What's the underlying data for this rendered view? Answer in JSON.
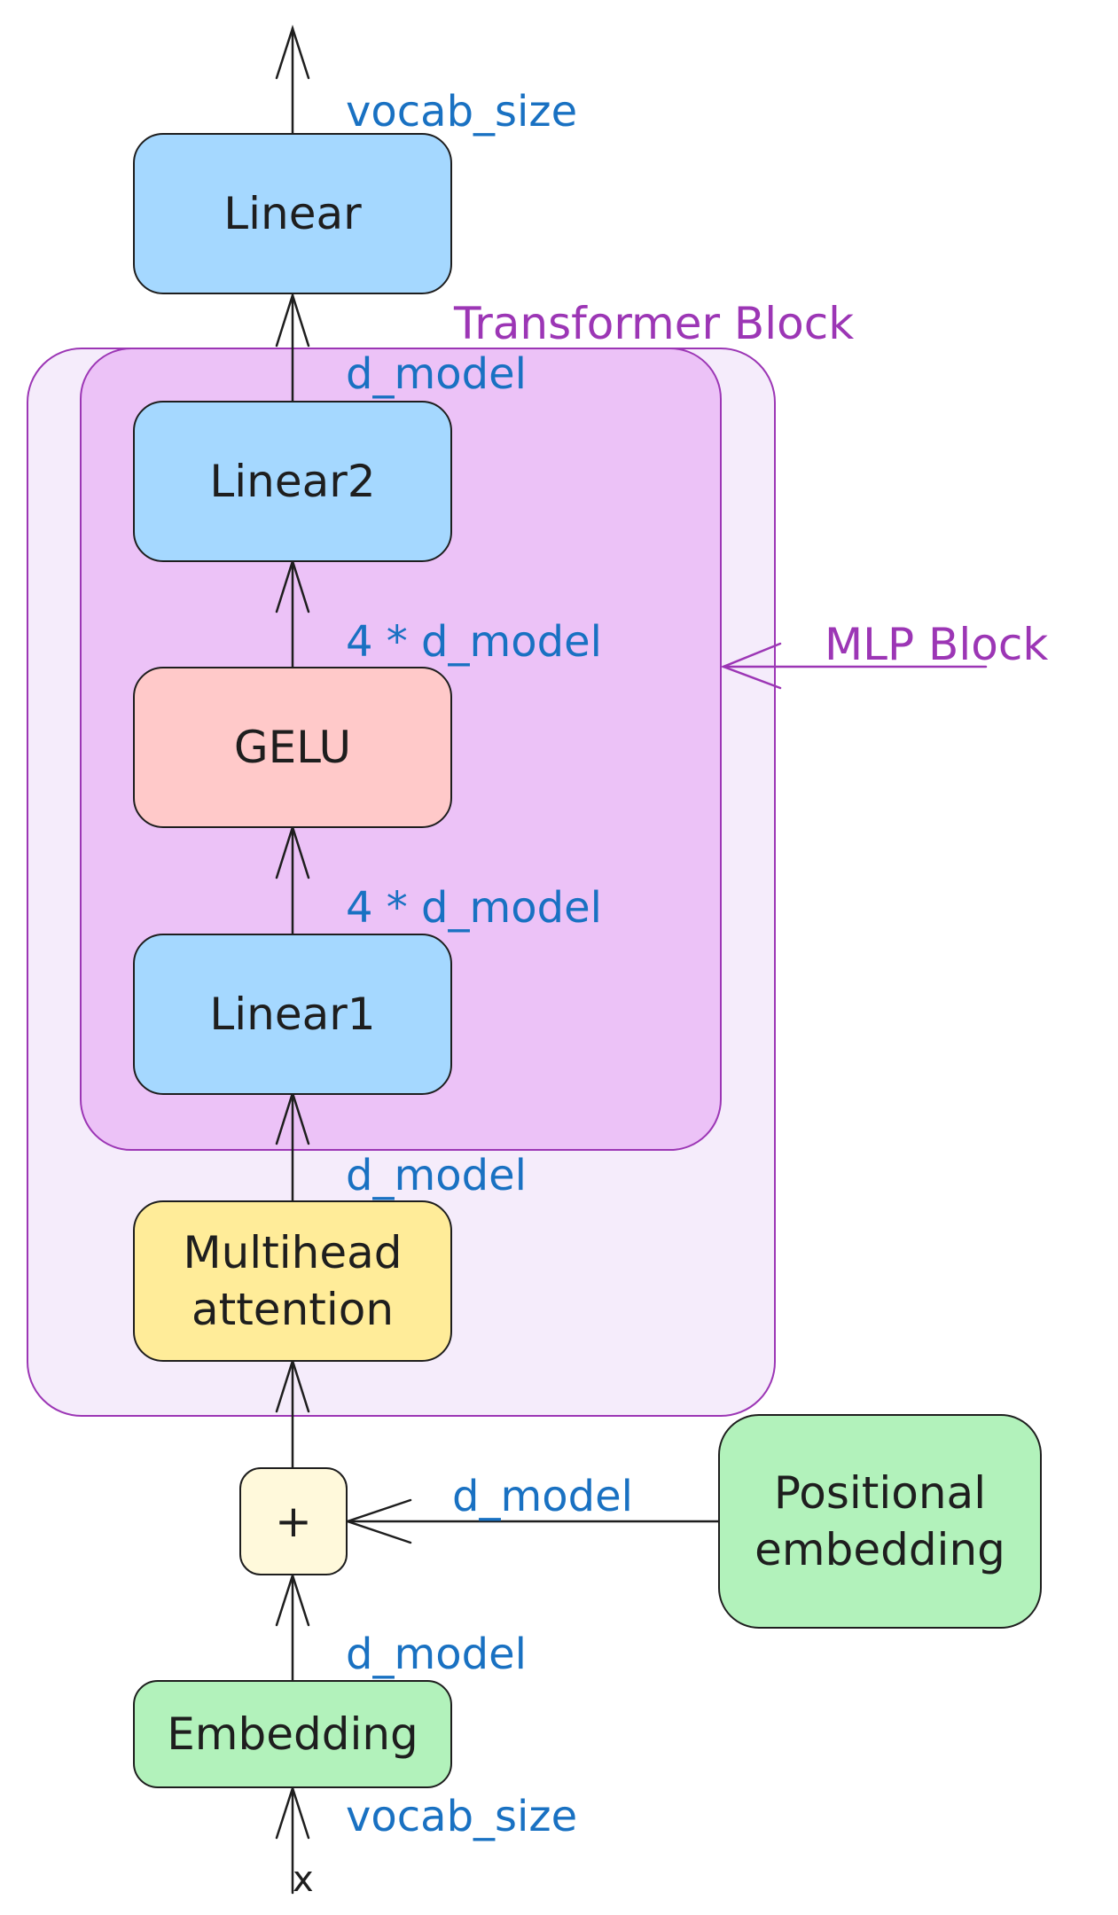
{
  "groups": {
    "transformer_label": "Transformer Block",
    "mlp_label": "MLP Block"
  },
  "nodes": {
    "linear_out": "Linear",
    "linear2": "Linear2",
    "gelu": "GELU",
    "linear1": "Linear1",
    "attention": "Multihead\nattention",
    "plus": "+",
    "positional": "Positional\nembedding",
    "embedding": "Embedding"
  },
  "edges": {
    "output": "vocab_size",
    "block_to_linear": "d_model",
    "gelu_to_linear2": "4 * d_model",
    "linear1_to_gelu": "4 * d_model",
    "attention_to_mlp": "d_model",
    "positional_to_plus": "d_model",
    "embedding_to_plus": "d_model",
    "input_size": "vocab_size",
    "input_symbol": "x"
  },
  "colors": {
    "dimension_text": "#1971c2",
    "group_text": "#9c36b5",
    "linear_fill": "#a5d8ff",
    "gelu_fill": "#ffc9c9",
    "attention_fill": "#ffec99",
    "embedding_fill": "#b2f2bb",
    "plus_fill": "#fff9db"
  }
}
